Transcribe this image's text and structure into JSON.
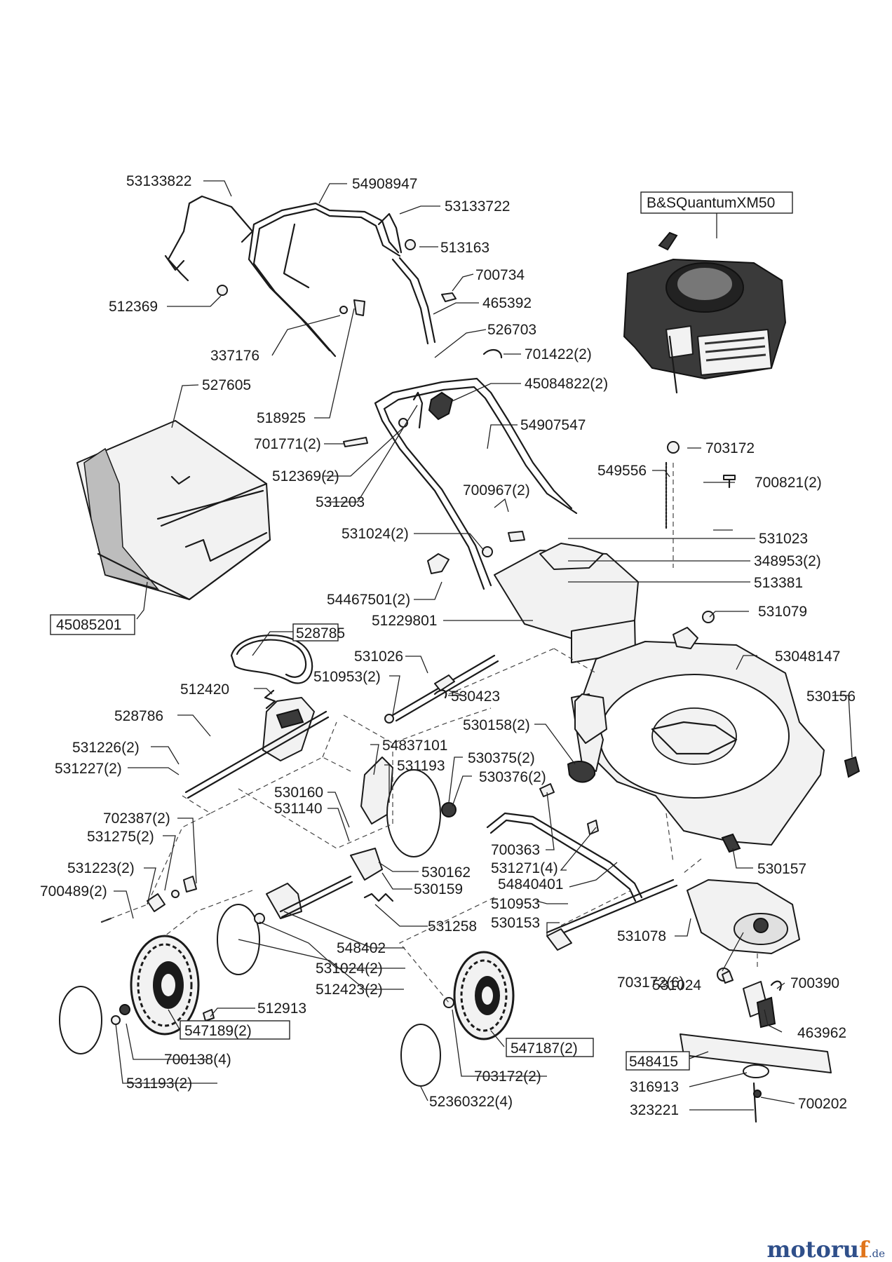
{
  "watermark": {
    "main_a": "motoru",
    "main_b": "f",
    "suffix": ".de"
  },
  "labels": {
    "p53133822": "53133822",
    "p54908947": "54908947",
    "p53133722": "53133722",
    "pEngine": "B&SQuantumXM50",
    "p513163": "513163",
    "p700734": "700734",
    "p512369": "512369",
    "p465392": "465392",
    "p526703": "526703",
    "p337176": "337176",
    "p701422": "701422(2)",
    "p45084822": "45084822(2)",
    "p527605": "527605",
    "p518925": "518925",
    "p54907547": "54907547",
    "p701771": "701771(2)",
    "p703172a": "703172",
    "p512369b": "512369(2)",
    "p549556": "549556",
    "p700821": "700821(2)",
    "p531203": "531203",
    "p700967": "700967(2)",
    "p531024a": "531024(2)",
    "p531023": "531023",
    "p348953": "348953(2)",
    "p513381": "513381",
    "p54467501": "54467501(2)",
    "p51229801": "51229801",
    "p531079": "531079",
    "p45085201": "45085201",
    "p528785": "528785",
    "p531026": "531026",
    "p53048147": "53048147",
    "p510953a": "510953(2)",
    "p512420": "512420",
    "p530423": "530423",
    "p530156": "530156",
    "p528786": "528786",
    "p530158": "530158(2)",
    "p54837101": "54837101",
    "p531226": "531226(2)",
    "p531193a": "531193",
    "p530375": "530375(2)",
    "p531227": "531227(2)",
    "p530376": "530376(2)",
    "p530160": "530160",
    "p531140": "531140",
    "p702387": "702387(2)",
    "p531275": "531275(2)",
    "p700363": "700363",
    "p530162": "530162",
    "p531223": "531223(2)",
    "p531271": "531271(4)",
    "p530157": "530157",
    "p54840401": "54840401",
    "p700489": "700489(2)",
    "p530159": "530159",
    "p510953b": "510953",
    "p531258": "531258",
    "p530153": "530153",
    "p531078": "531078",
    "p548402": "548402",
    "p531024b": "531024(2)",
    "p703172b": "703172(6)",
    "p531024c": "531024",
    "p700390": "700390",
    "p512423": "512423(2)",
    "p512913": "512913",
    "p463962": "463962",
    "p547189": "547189(2)",
    "p547187": "547187(2)",
    "p700138": "700138(4)",
    "p548415": "548415",
    "p316913": "316913",
    "p703172c": "703172(2)",
    "p700202": "700202",
    "p531193b": "531193(2)",
    "p323221": "323221",
    "p52360322": "52360322(4)"
  }
}
